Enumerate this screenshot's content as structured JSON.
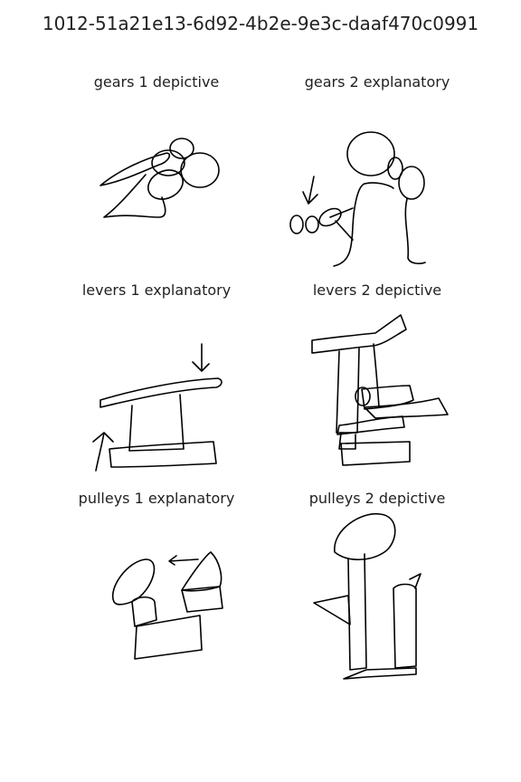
{
  "title": "1012-51a21e13-6d92-4b2e-9e3c-daaf470c0991",
  "panels": [
    {
      "label": "gears 1 depictive"
    },
    {
      "label": "gears 2 explanatory"
    },
    {
      "label": "levers 1 explanatory"
    },
    {
      "label": "levers 2 depictive"
    },
    {
      "label": "pulleys 1 explanatory"
    },
    {
      "label": "pulleys 2 depictive"
    }
  ],
  "colors": {
    "ink": "#000000",
    "text": "#222222",
    "background": "#ffffff"
  }
}
